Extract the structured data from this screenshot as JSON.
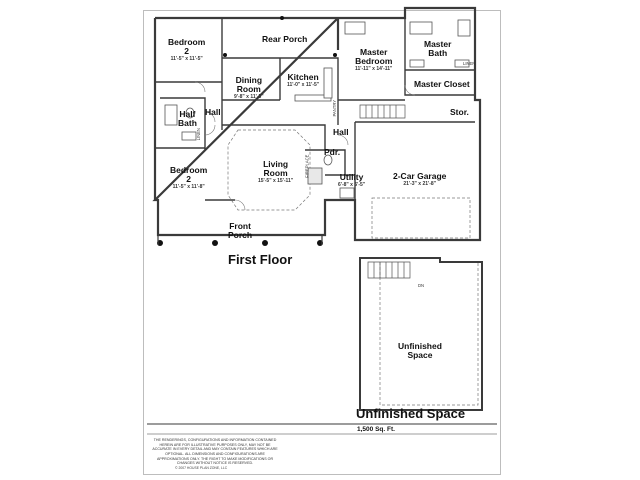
{
  "rooms": {
    "bedroom_top": {
      "name": "Bedroom\n2",
      "dim": "11'-5\" x 11'-5\""
    },
    "rear_porch": {
      "name": "Rear Porch"
    },
    "master_bedroom": {
      "name": "Master\nBedroom",
      "dim": "11'-11\" x 14'-11\""
    },
    "master_bath": {
      "name": "Master\nBath"
    },
    "master_closet": {
      "name": "Master Closet"
    },
    "dining_room": {
      "name": "Dining\nRoom",
      "dim": "9'-8\" x 11'-5\""
    },
    "kitchen": {
      "name": "Kitchen",
      "dim": "11'-0\" x 11'-5\""
    },
    "hall_left": {
      "name": "Hall"
    },
    "half_bath": {
      "name": "Half\nBath"
    },
    "hall_center": {
      "name": "Hall"
    },
    "storage": {
      "name": "Stor."
    },
    "powder": {
      "name": "Pdr."
    },
    "living_room": {
      "name": "Living\nRoom",
      "dim": "15'-5\" x 15'-11\""
    },
    "bedroom_bottom": {
      "name": "Bedroom\n2",
      "dim": "11'-5\" x 11'-8\""
    },
    "utility": {
      "name": "Utility",
      "dim": "6'-8\" x 6'-5\""
    },
    "garage": {
      "name": "2-Car Garage",
      "dim": "21'-3\" x 21'-8\""
    },
    "front_porch": {
      "name": "Front\nPorch"
    },
    "unfinished": {
      "name": "Unfinished\nSpace"
    }
  },
  "small_labels": {
    "linen_top": "LINEN",
    "linen_left": "LINEN",
    "pantry": "PANTRY",
    "fireplace": "FIREPLACE",
    "dn": "DN"
  },
  "captions": {
    "first_floor": "First Floor",
    "unfinished_space": "Unfinished Space",
    "sqft": "1,500 Sq. Ft."
  },
  "disclaimer": "THE RENDERINGS, CONFIGURATIONS AND INFORMATION CONTAINED HEREIN ARE FOR ILLUSTRATIVE PURPOSES ONLY, MAY NOT BE ACCURATE IN EVERY DETAIL AND MAY CONTAIN FEATURES WHICH ARE OPTIONAL. ALL DIMENSIONS AND CONFIGURATIONS ARE APPROXIMATIONS ONLY. THE RIGHT TO MAKE MODIFICATIONS OR CHANGES WITHOUT NOTICE IS RESERVED.",
  "copyright": "© 2007 HOUSE PLAN ZONE, LLC",
  "colors": {
    "wall": "#3a3a3a",
    "thin": "#777777",
    "fill": "#e8e8e8"
  }
}
